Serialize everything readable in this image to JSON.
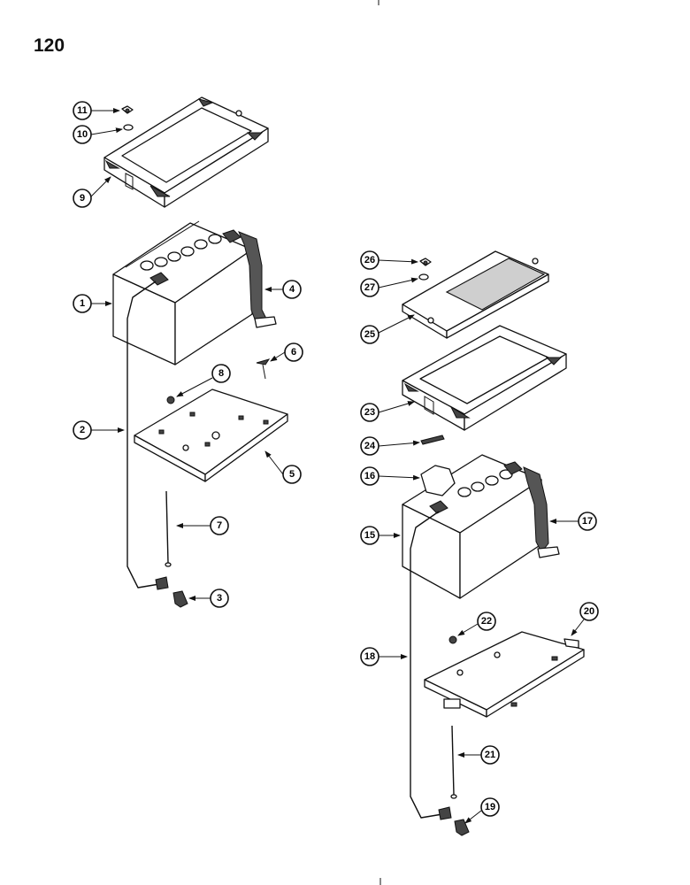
{
  "page_number": "120",
  "callouts": {
    "c1": "1",
    "c2": "2",
    "c3": "3",
    "c4": "4",
    "c5": "5",
    "c6": "6",
    "c7": "7",
    "c8": "8",
    "c9": "9",
    "c10": "10",
    "c11": "11",
    "c15": "15",
    "c16": "16",
    "c17": "17",
    "c18": "18",
    "c19": "19",
    "c20": "20",
    "c21": "21",
    "c22": "22",
    "c23": "23",
    "c24": "24",
    "c25": "25",
    "c26": "26",
    "c27": "27"
  }
}
